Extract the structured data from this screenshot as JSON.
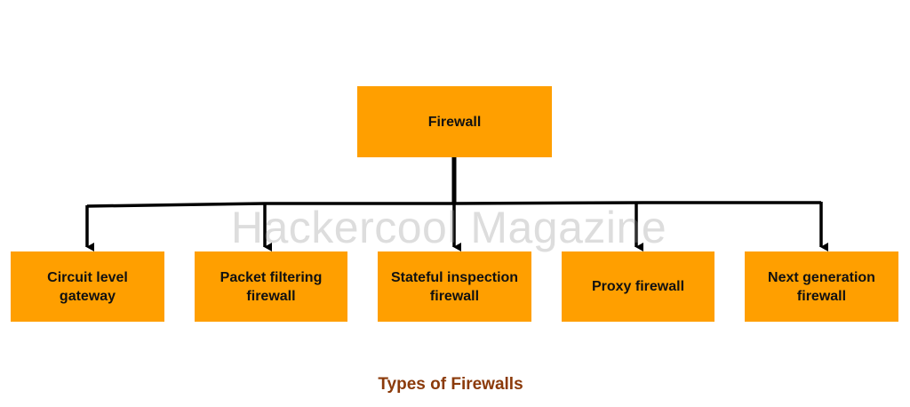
{
  "diagram": {
    "root": {
      "label": "Firewall"
    },
    "children": [
      {
        "label": "Circuit level\ngateway"
      },
      {
        "label": "Packet filtering\nfirewall"
      },
      {
        "label": "Stateful inspection\nfirewall"
      },
      {
        "label": "Proxy firewall"
      },
      {
        "label": "Next generation\nfirewall"
      }
    ]
  },
  "watermark": "Hackercool Magazine",
  "caption": "Types of Firewalls",
  "colors": {
    "box_fill": "#ff9f00",
    "connector": "#000000",
    "caption": "#8b3a0a",
    "watermark": "#c8c8c8"
  }
}
